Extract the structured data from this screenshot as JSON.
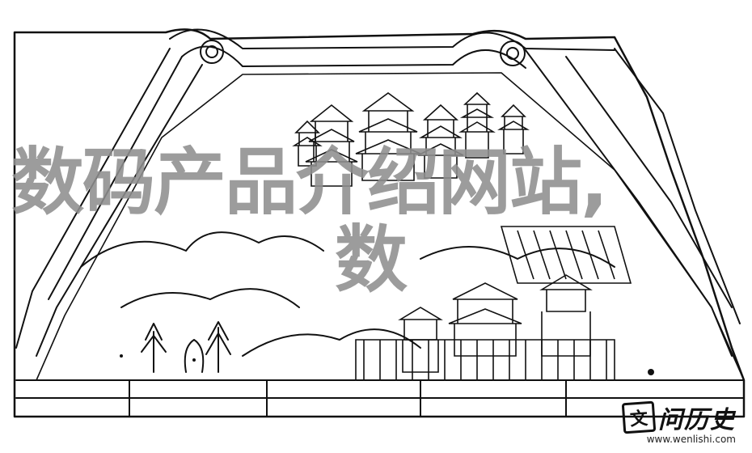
{
  "overlay": {
    "title_line1": "数码产品介绍网站,",
    "title_line2": "数"
  },
  "watermark": {
    "logo_char": "文",
    "brand": "问历史",
    "url": "www.wenlishi.com"
  },
  "colors": {
    "overlay_text": "#8f8f8f",
    "ink": "#111111",
    "paper": "#ffffff"
  }
}
